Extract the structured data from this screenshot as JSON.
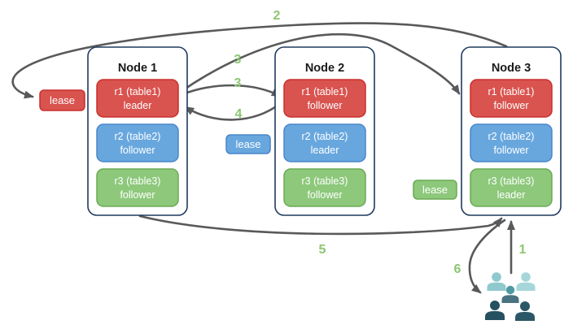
{
  "nodes": [
    {
      "title": "Node 1",
      "replicas": [
        {
          "line1": "r1 (table1)",
          "line2": "leader",
          "color": "red"
        },
        {
          "line1": "r2 (table2)",
          "line2": "follower",
          "color": "blue"
        },
        {
          "line1": "r3 (table3)",
          "line2": "follower",
          "color": "green"
        }
      ]
    },
    {
      "title": "Node 2",
      "replicas": [
        {
          "line1": "r1 (table1)",
          "line2": "follower",
          "color": "red"
        },
        {
          "line1": "r2 (table2)",
          "line2": "leader",
          "color": "blue"
        },
        {
          "line1": "r3 (table3)",
          "line2": "follower",
          "color": "green"
        }
      ]
    },
    {
      "title": "Node 3",
      "replicas": [
        {
          "line1": "r1 (table1)",
          "line2": "follower",
          "color": "red"
        },
        {
          "line1": "r2 (table2)",
          "line2": "follower",
          "color": "blue"
        },
        {
          "line1": "r3 (table3)",
          "line2": "leader",
          "color": "green"
        }
      ]
    }
  ],
  "leases": [
    {
      "label": "lease",
      "color": "red"
    },
    {
      "label": "lease",
      "color": "blue"
    },
    {
      "label": "lease",
      "color": "green"
    }
  ],
  "step_labels": {
    "s1": "1",
    "s2": "2",
    "s3_forward": "3",
    "s3_replicate": "3",
    "s4": "4",
    "s5": "5",
    "s6": "6"
  },
  "icons": {
    "users_group": "users-icon"
  },
  "colors": {
    "replica_red": "#d9534f",
    "replica_red_border": "#c9302c",
    "replica_blue": "#68a7de",
    "replica_blue_border": "#4a86c8",
    "replica_green": "#8dc87b",
    "replica_green_border": "#6aaa55",
    "node_border": "#1f3a5f",
    "arrow": "#58595b",
    "step_label": "#8cc673",
    "users_light": "#9fd3d6",
    "users_mid": "#4f99a3",
    "users_dark": "#27525f"
  }
}
